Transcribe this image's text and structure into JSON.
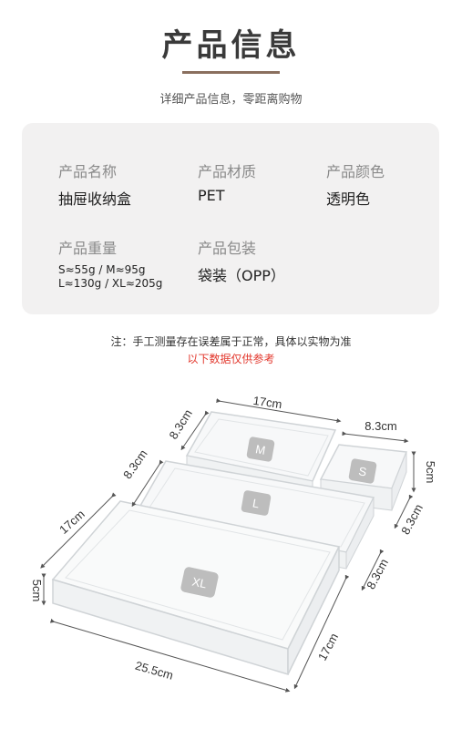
{
  "header": {
    "title": "产品信息",
    "subtitle": "详细产品信息，零距离购物"
  },
  "info": {
    "name_label": "产品名称",
    "name_value": "抽屉收纳盒",
    "material_label": "产品材质",
    "material_value": "PET",
    "color_label": "产品颜色",
    "color_value": "透明色",
    "weight_label": "产品重量",
    "weight_line1": "S≈55g / M≈95g",
    "weight_line2": "L≈130g / XL≈205g",
    "package_label": "产品包装",
    "package_value": "袋装（OPP）"
  },
  "notes": {
    "note": "注：手工测量存在误差属于正常，具体以实物为准",
    "note_red": "以下数据仅供参考"
  },
  "illustration": {
    "badges": [
      "M",
      "L",
      "S",
      "XL"
    ],
    "dims": {
      "m_width": "17cm",
      "m_depth": "8.3cm",
      "l_depth": "8.3cm",
      "s_width": "8.3cm",
      "s_height": "5cm",
      "s_depth": "8.3cm",
      "l_right_depth": "8.3cm",
      "xl_depth": "17cm",
      "xl_height": "5cm",
      "xl_width": "25.5cm",
      "xl_right_depth": "17cm"
    },
    "colors": {
      "badge": "#bdbdbd",
      "outline": "#cfd3d6",
      "fill": "#f7f8f9"
    }
  }
}
